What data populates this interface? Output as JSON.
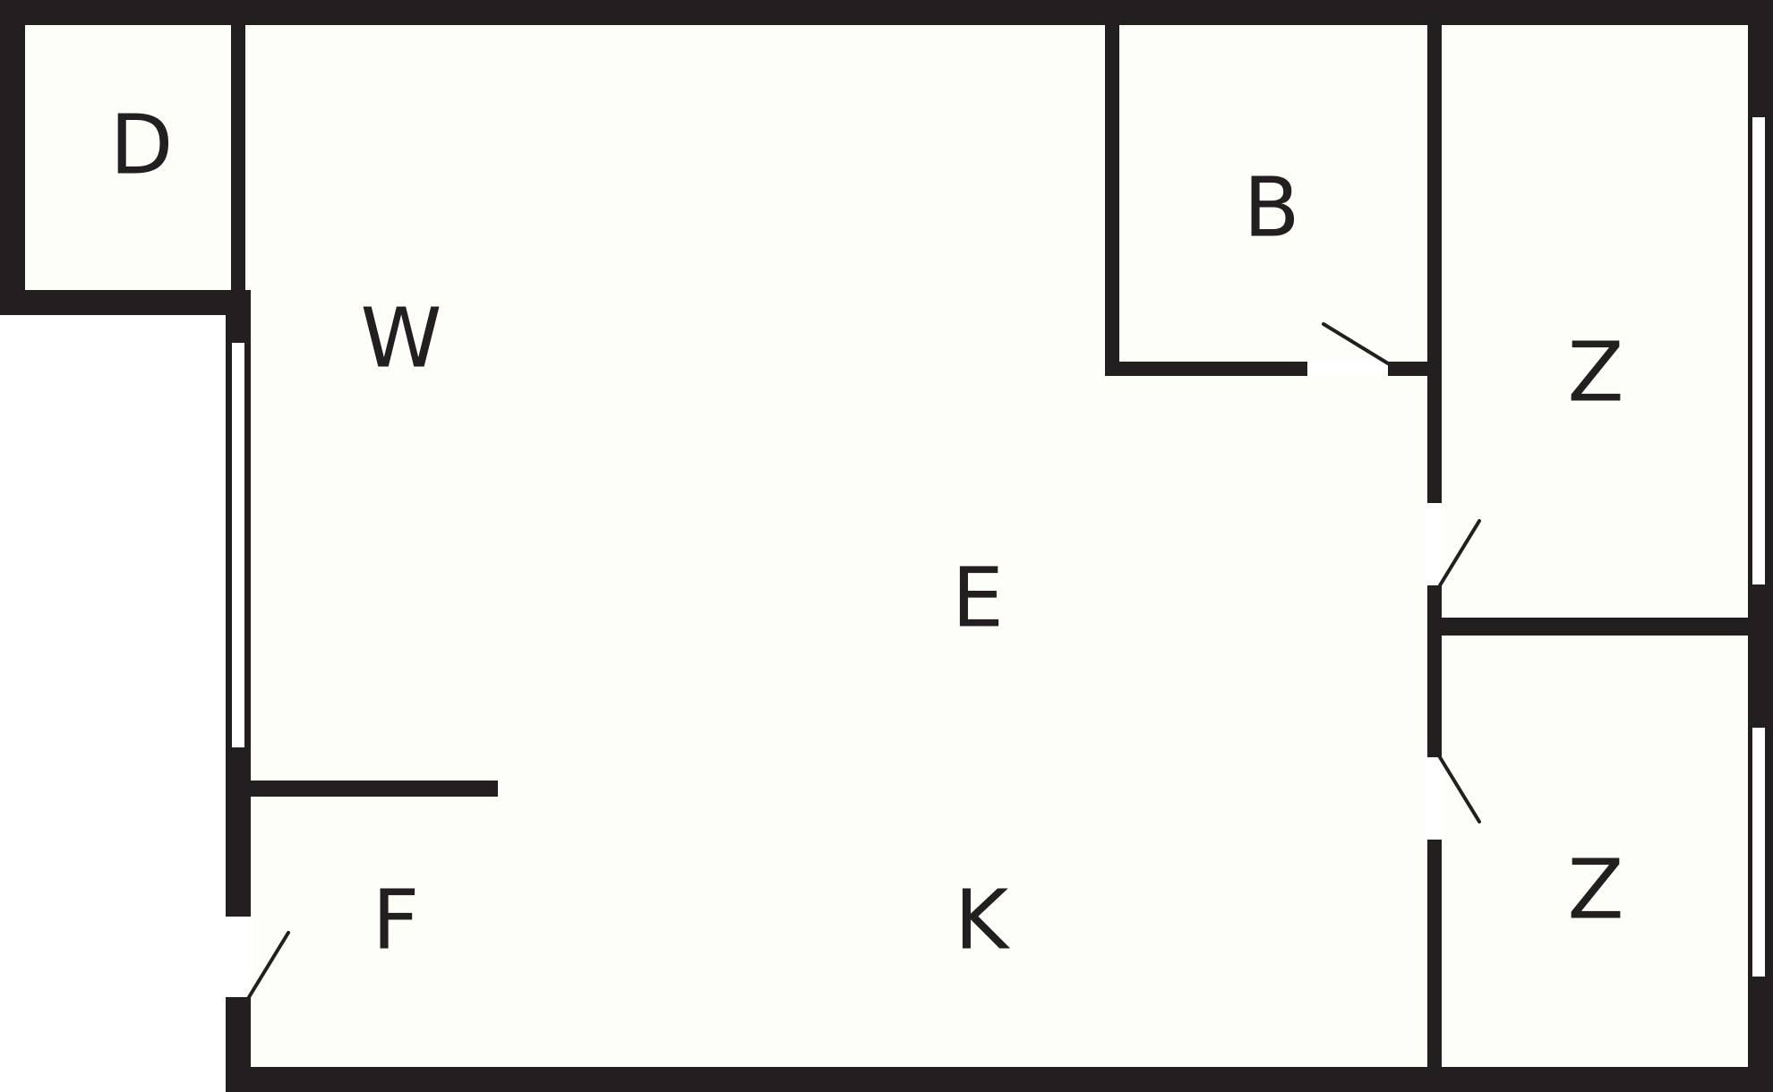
{
  "colors": {
    "wall": "#231f20",
    "floor": "#fefef8",
    "opening": "#ffffff"
  },
  "rooms": [
    {
      "id": "d",
      "label": "D"
    },
    {
      "id": "w",
      "label": "W"
    },
    {
      "id": "b",
      "label": "B"
    },
    {
      "id": "z1",
      "label": "Z"
    },
    {
      "id": "e",
      "label": "E"
    },
    {
      "id": "z2",
      "label": "Z"
    },
    {
      "id": "f",
      "label": "F"
    },
    {
      "id": "k",
      "label": "K"
    }
  ]
}
